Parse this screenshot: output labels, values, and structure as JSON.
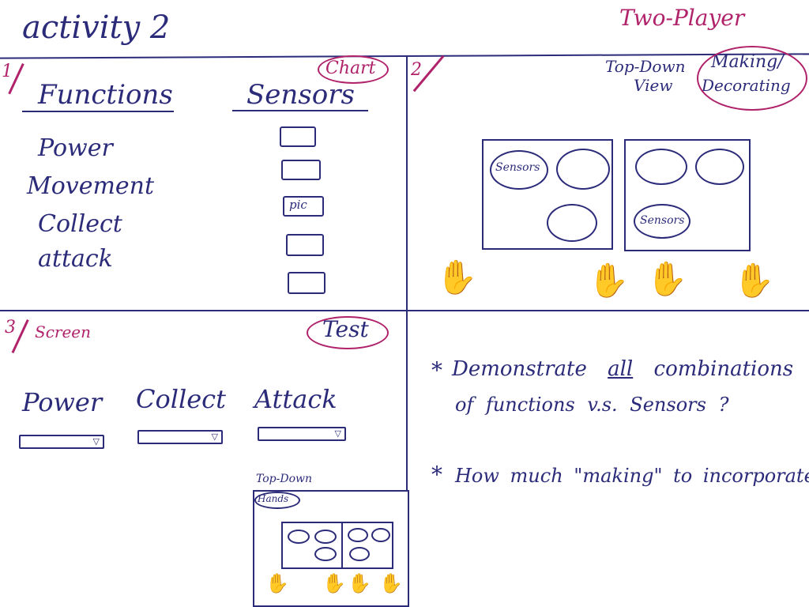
{
  "title": "activity 2",
  "mode": "Two-Player",
  "panel1": {
    "number": "1",
    "tag": "Chart",
    "functions_header": "Functions",
    "sensors_header": "Sensors",
    "functions": [
      "Power",
      "Movement",
      "Collect",
      "attack"
    ],
    "sensor_pic_label": "pic"
  },
  "panel2": {
    "number": "2",
    "view_label_1": "Top-Down",
    "view_label_2": "View",
    "tag_1": "Making/",
    "tag_2": "Decorating",
    "sensor_label_left": "Sensors",
    "sensor_label_right": "Sensors"
  },
  "panel3": {
    "number": "3",
    "screen_label": "Screen",
    "tag": "Test",
    "dropdowns": [
      "Power",
      "Collect",
      "Attack"
    ],
    "mini_label": "Top-Down",
    "mini_sub": "Hands"
  },
  "notes": {
    "line1_pre": "Demonstrate",
    "line1_em": "all",
    "line1_post": "combinations",
    "line2": "of functions v.s. Sensors ?",
    "line3": "How much \"making\" to incorporate?"
  },
  "colors": {
    "ink": "#2b2b7a",
    "accent": "#b0226a"
  },
  "icons": {
    "hand": "hand-icon",
    "dropdown": "triangle-down-icon"
  }
}
